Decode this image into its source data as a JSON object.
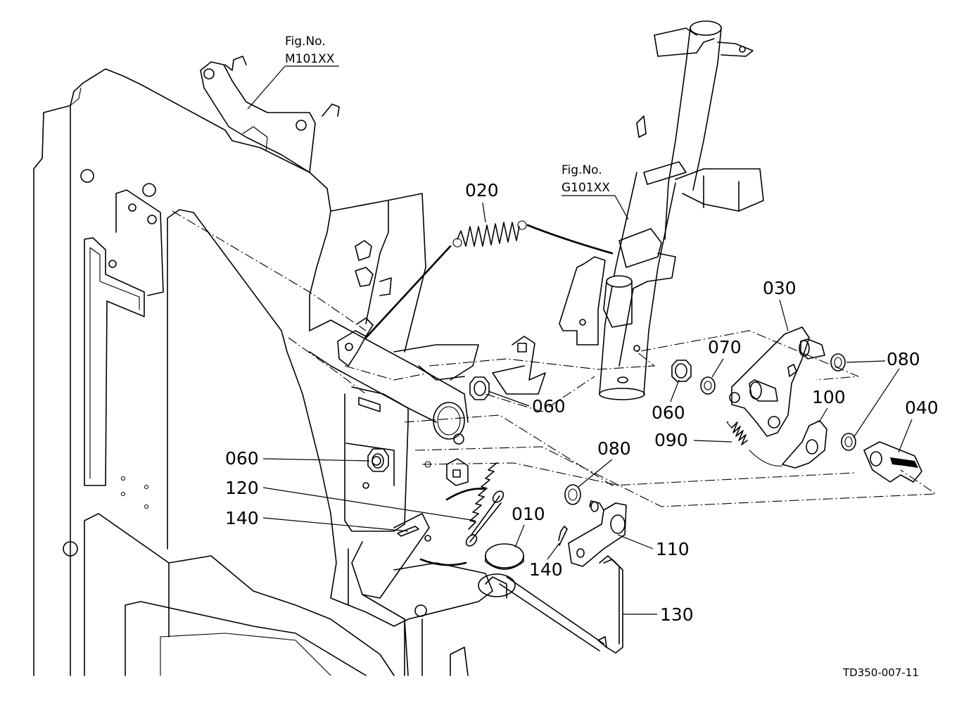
{
  "figure_refs": [
    {
      "line1": "Fig.No.",
      "line2": "M101XX"
    },
    {
      "line1": "Fig.No.",
      "line2": "G101XX"
    }
  ],
  "callouts": {
    "c010": "010",
    "c020": "020",
    "c030": "030",
    "c040": "040",
    "c060a": "060",
    "c060b": "060",
    "c060c": "060",
    "c070": "070",
    "c080a": "080",
    "c080b": "080",
    "c090": "090",
    "c100": "100",
    "c110": "110",
    "c120": "120",
    "c130": "130",
    "c140a": "140",
    "c140b": "140"
  },
  "drawing_code": "TD350-007-11"
}
